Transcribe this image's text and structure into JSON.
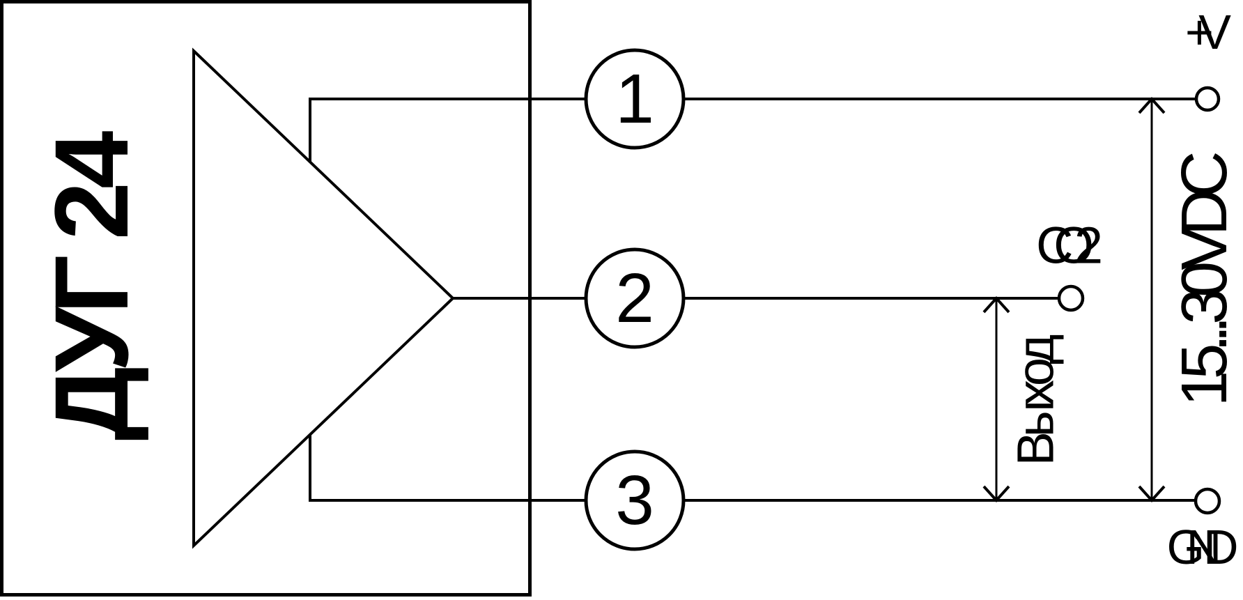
{
  "diagram": {
    "device_label": "ДУГ 24",
    "pins": [
      {
        "number": "1"
      },
      {
        "number": "2"
      },
      {
        "number": "3"
      }
    ],
    "terminal_labels": {
      "power": "+V",
      "output": "CO2",
      "ground": "GND"
    },
    "dimension_labels": {
      "output_span": "Выход",
      "supply_span": "15...30VDC"
    },
    "colors": {
      "line": "#000000",
      "background": "#ffffff"
    }
  }
}
